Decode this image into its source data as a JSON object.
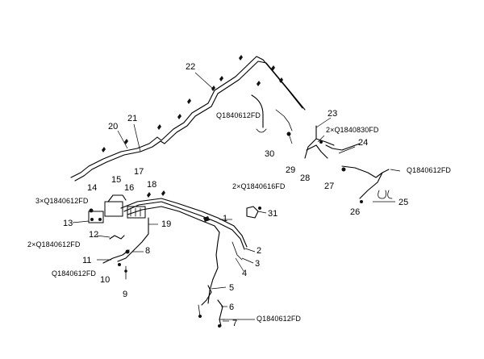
{
  "diagram": {
    "callouts": [
      "1",
      "2",
      "3",
      "4",
      "5",
      "6",
      "7",
      "8",
      "9",
      "10",
      "11",
      "12",
      "13",
      "14",
      "15",
      "16",
      "17",
      "18",
      "19",
      "20",
      "21",
      "22",
      "23",
      "24",
      "25",
      "26",
      "27",
      "28",
      "29",
      "30",
      "31"
    ],
    "part_labels": {
      "bolt_31_qty": "2×Q1840616FD",
      "bolt_23_qty": "2×Q1840830FD",
      "bolt_14_qty": "3×Q1840612FD",
      "bolt_12_qty": "2×Q1840612FD",
      "bolt_30": "Q1840612FD",
      "bolt_24": "Q1840612FD",
      "bolt_10": "Q1840612FD",
      "bolt_7": "Q1840612FD"
    }
  }
}
